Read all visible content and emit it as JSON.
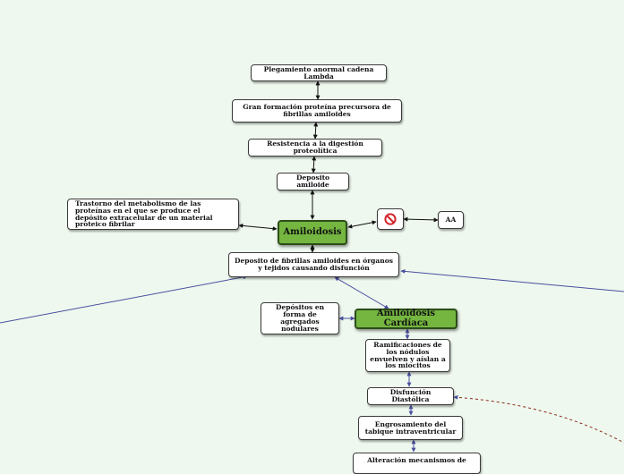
{
  "colors": {
    "background": "#eef8ee",
    "main_topic": "#74b640",
    "connector": "#4a4fa0",
    "dashed_connector": "#8b2c1c"
  },
  "nodes": {
    "plegamiento": "Plegamiento anormal cadena Lambda",
    "gran_formacion": "Gran formación proteína precursora de fibrillas amiloides",
    "resistencia": "Resistencia a la digestión proteolítica",
    "deposito": "Deposito amiloide",
    "trastorno": "Trastorno del metabolismo de las proteínas en el que se produce el depósito extracelular de un material proteico fibrilar",
    "amiloidosis": "Amiloidosis",
    "prohibited_icon": "prohibited-icon",
    "aa": "AA",
    "deposito_fibrillas": "Deposito de fibrillas amiloides en órganos y tejidos causando disfunción",
    "depositos_forma": "Depósitos en forma de agregados nodulares",
    "amiloidosis_cardiaca": "Amiloidosis Cardíaca",
    "ramificaciones": "Ramificaciones de los nódulos envuelven y aíslan a los miocitos",
    "disfuncion": "Disfunción Diastólica",
    "engrosamiento": "Engrosamiento del tabique intraventricular",
    "alteracion": "Alteración mecanismos de"
  }
}
